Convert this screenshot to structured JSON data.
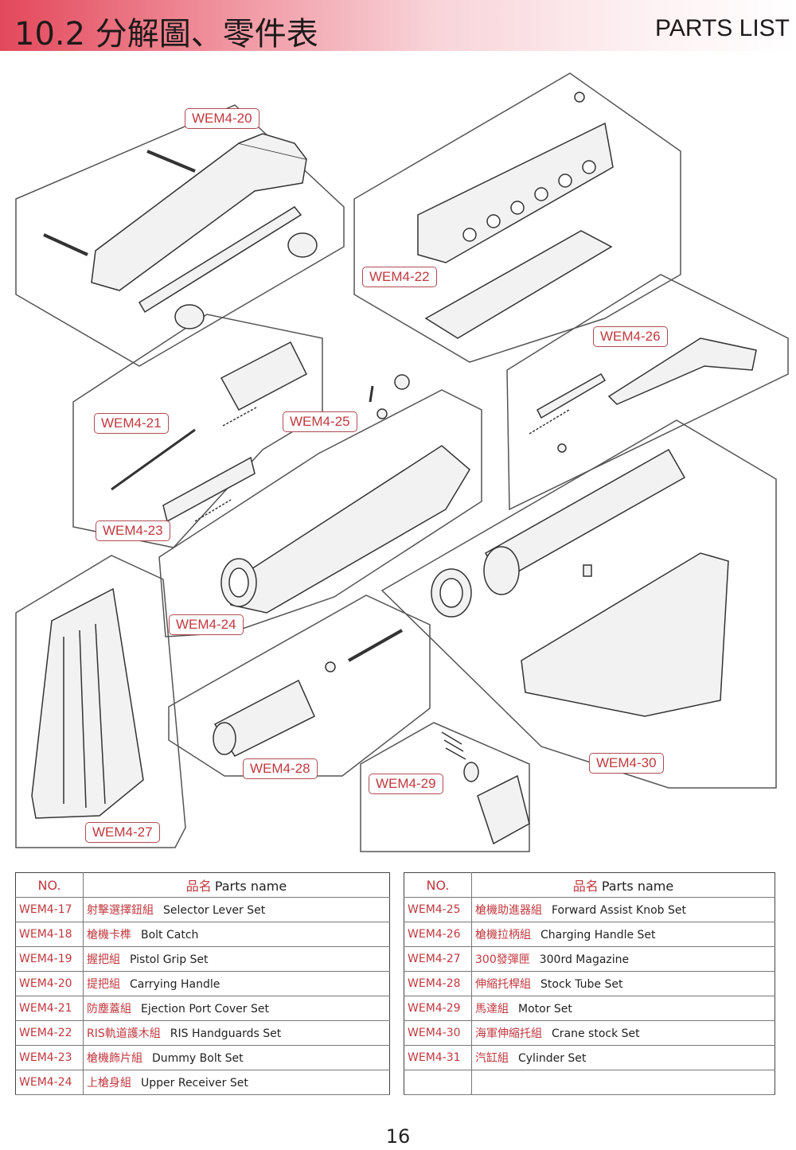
{
  "header": {
    "title": "10.2 分解圖、零件表",
    "parts_list": "PARTS LIST"
  },
  "callouts": [
    "WEM4-20",
    "WEM4-22",
    "WEM4-26",
    "WEM4-21",
    "WEM4-25",
    "WEM4-23",
    "WEM4-24",
    "WEM4-27",
    "WEM4-28",
    "WEM4-29",
    "WEM4-30"
  ],
  "table_left": {
    "header_no": "NO.",
    "header_name_zh": "品名",
    "header_name_en": "Parts name",
    "rows": [
      {
        "no": "WEM4-17",
        "zh": "射擊選擇鈕組",
        "en": "Selector Lever Set"
      },
      {
        "no": "WEM4-18",
        "zh": "槍機卡榫",
        "en": "Bolt Catch"
      },
      {
        "no": "WEM4-19",
        "zh": "握把組",
        "en": "Pistol Grip Set"
      },
      {
        "no": "WEM4-20",
        "zh": "提把組",
        "en": "Carrying Handle"
      },
      {
        "no": "WEM4-21",
        "zh": "防塵蓋組",
        "en": "Ejection Port Cover Set"
      },
      {
        "no": "WEM4-22",
        "zh": "RIS軌道護木組",
        "en": "RIS Handguards Set"
      },
      {
        "no": "WEM4-23",
        "zh": "槍機飾片組",
        "en": "Dummy Bolt Set"
      },
      {
        "no": "WEM4-24",
        "zh": "上槍身組",
        "en": "Upper Receiver Set"
      }
    ]
  },
  "table_right": {
    "header_no": "NO.",
    "header_name_zh": "品名",
    "header_name_en": "Parts name",
    "rows": [
      {
        "no": "WEM4-25",
        "zh": "槍機助進器組",
        "en": "Forward Assist Knob Set"
      },
      {
        "no": "WEM4-26",
        "zh": "槍機拉柄組",
        "en": "Charging Handle Set"
      },
      {
        "no": "WEM4-27",
        "zh": "300發彈匣",
        "en": "300rd Magazine"
      },
      {
        "no": "WEM4-28",
        "zh": "伸縮托桿組",
        "en": "Stock Tube Set"
      },
      {
        "no": "WEM4-29",
        "zh": "馬達組",
        "en": "Motor Set"
      },
      {
        "no": "WEM4-30",
        "zh": "海軍伸縮托組",
        "en": "Crane stock Set"
      },
      {
        "no": "WEM4-31",
        "zh": "汽缸組",
        "en": "Cylinder Set"
      },
      {
        "no": "",
        "zh": "",
        "en": ""
      }
    ]
  },
  "page_number": "16"
}
